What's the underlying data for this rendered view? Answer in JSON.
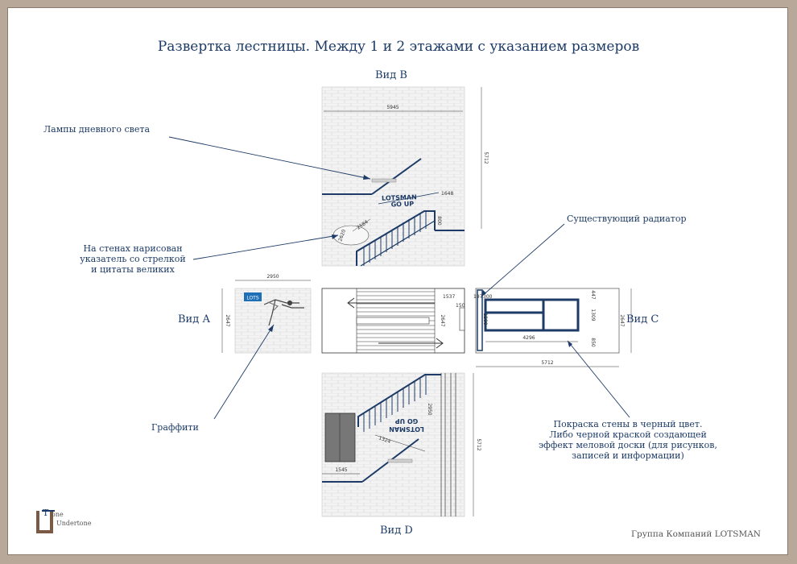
{
  "title": "Развертка лестницы. Между 1 и 2 этажами с указанием размеров",
  "views": {
    "b": "Вид В",
    "a": "Вид А",
    "c": "Вид С",
    "d": "Вид D"
  },
  "annotations": {
    "lamps": "Лампы дневного света",
    "pointer_line1": "На стенах нарисован",
    "pointer_line2": "указатель со стрелкой",
    "pointer_line3": "и цитаты великих",
    "radiator": "Существующий радиатор",
    "graffiti": "Граффити",
    "paint_line1": "Покраска стены в черный цвет.",
    "paint_line2": "Либо черной краской создающей",
    "paint_line3": "эффект меловой доски (для рисунков,",
    "paint_line4": "записей и информации)"
  },
  "dimensions": {
    "b_width": "5945",
    "b_height": "5712",
    "b_1648": "1648",
    "b_800": "800",
    "b_2584": "2584",
    "b_2620": "2620",
    "a_width": "2950",
    "a_height": "2647",
    "plan_1537": "1537",
    "plan_150": "150",
    "plan_2647": "2647",
    "c_197": "197",
    "c_300": "300",
    "c_447": "447",
    "c_1309": "1309",
    "c_850": "850",
    "c_1200": "1200",
    "c_4296": "4296",
    "c_2647": "2647",
    "c_5712": "5712",
    "d_1545": "1545",
    "d_2950": "2950",
    "d_1324": "1324",
    "d_height": "5712"
  },
  "wall_text": {
    "lotsman": "LOTSMAN",
    "go_up": "GO UP",
    "graffiti_sign": "LOTS"
  },
  "logo": {
    "line1": "one",
    "line2": "Undertone",
    "letter": "T"
  },
  "company": "Группа Компаний LOTSMAN",
  "colors": {
    "ink": "#1d3b66",
    "brick_bg": "#f1f1f1",
    "frame": "#b8a89a"
  }
}
